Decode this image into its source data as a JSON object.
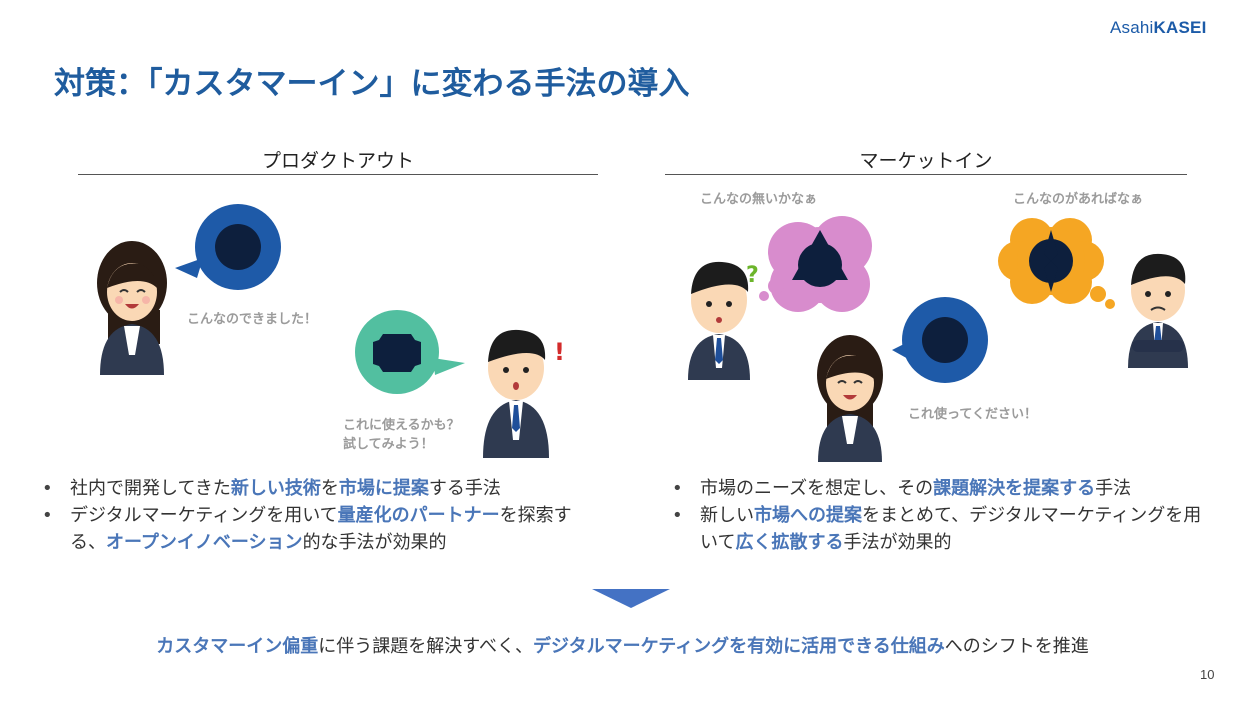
{
  "logo": {
    "part1": "Asahi",
    "part2": "KASEI"
  },
  "title": "対策：「カスタマーイン」に変わる手法の導入",
  "left": {
    "heading": "プロダクトアウト",
    "speech1": "こんなのできました！",
    "speech2_line1": "これに使えるかも？",
    "speech2_line2": "試してみよう！",
    "bullets": [
      {
        "segments": [
          {
            "t": "社内で開発してきた",
            "h": false
          },
          {
            "t": "新しい技術",
            "h": true
          },
          {
            "t": "を",
            "h": false
          },
          {
            "t": "市場に提案",
            "h": true
          },
          {
            "t": "する手法",
            "h": false
          }
        ]
      },
      {
        "segments": [
          {
            "t": "デジタルマーケティングを用いて",
            "h": false
          },
          {
            "t": "量産化のパートナー",
            "h": true
          },
          {
            "t": "を探索する、",
            "h": false
          },
          {
            "t": "オープンイノベーション",
            "h": true
          },
          {
            "t": "的な手法が効果的",
            "h": false
          }
        ]
      }
    ]
  },
  "right": {
    "heading": "マーケットイン",
    "thought1": "こんなの無いかなぁ",
    "thought2": "こんなのがあればなぁ",
    "speech": "これ使ってください！",
    "bullets": [
      {
        "segments": [
          {
            "t": "市場のニーズを想定し、その",
            "h": false
          },
          {
            "t": "課題解決を提案する",
            "h": true
          },
          {
            "t": "手法",
            "h": false
          }
        ]
      },
      {
        "segments": [
          {
            "t": "新しい",
            "h": false
          },
          {
            "t": "市場への提案",
            "h": true
          },
          {
            "t": "をまとめて、デジタルマーケティングを用いて",
            "h": false
          },
          {
            "t": "広く拡散する",
            "h": true
          },
          {
            "t": "手法が効果的",
            "h": false
          }
        ]
      }
    ]
  },
  "bottom": {
    "segments": [
      {
        "t": "カスタマーイン偏重",
        "h": true
      },
      {
        "t": "に伴う課題を解決すべく、",
        "h": false
      },
      {
        "t": "デジタルマーケティングを有効に活用できる仕組み",
        "h": true
      },
      {
        "t": "へのシフトを推進",
        "h": false
      }
    ]
  },
  "page_number": "10",
  "colors": {
    "title": "#1f5c9e",
    "highlight": "#4a76b8",
    "speech_blue": "#1e5aa8",
    "speech_green": "#52bfa0",
    "thought_pink": "#d88ccd",
    "thought_orange": "#f5a623",
    "arrow": "#4472c4",
    "caption_gray": "#9b9b9b"
  }
}
